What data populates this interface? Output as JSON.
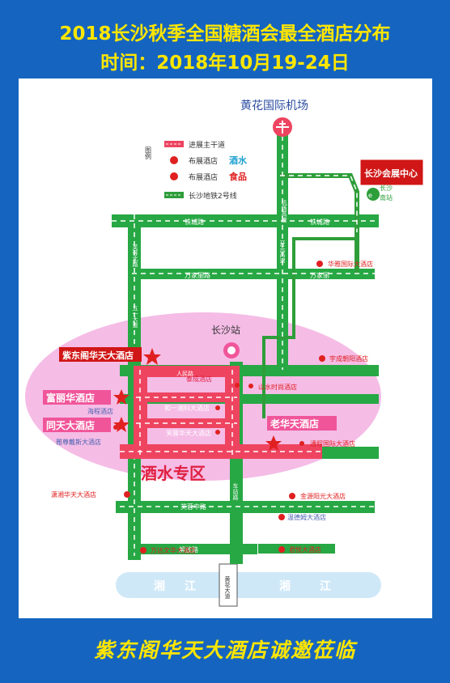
{
  "header": {
    "title": "2018长沙秋季全国糖酒会最全酒店分布",
    "subtitle": "时间：2018年10月19-24日"
  },
  "map": {
    "airport": "黄花国际机场",
    "expo": "长沙会展中心",
    "south_station": [
      "长沙",
      "南站"
    ],
    "main_station": "长沙站",
    "zone_label": "酒水专区",
    "legend": {
      "title": "图例",
      "main_road": "进展主干道",
      "drinks_prefix": "布展酒店",
      "drinks_suffix": "酒水",
      "food_prefix": "布展酒店",
      "food_suffix": "食品",
      "metro": "长沙地铁2号线"
    },
    "roads": {
      "airport_expressway": "机场高速",
      "airport_road": "机场快线路",
      "huanghua_road": "黄花大道",
      "kaiyuan_expressway": "开元高速",
      "chezhan_road": "车站路",
      "wanjiali_road": "万家丽路",
      "wanjiali_road2": "万家丽",
      "railway_ave": "铁城路",
      "railway_ave2": "铁城路",
      "furong_north": "芙蓉北路",
      "wuyi_road": "五一大道",
      "furong_mid": "芙蓉中路",
      "renmin_road": "人民路",
      "jiefang_road": "解放路"
    },
    "river": {
      "left": "湘",
      "right": "江",
      "left2": "湘",
      "right2": "江"
    },
    "hotels": {
      "huayu": "华雅国际大酒店",
      "yucheng": "宇成朝阳酒店",
      "zidong": "紫东阁华天大酒店",
      "taicheng": "泰成酒店",
      "shanshui": "山水时尚酒店",
      "fuli": "富丽华酒店",
      "haicheng": "海程酒店",
      "hexi": "和一湘科大酒店",
      "tongtian": "同天大酒店",
      "furong": "芙蓉华天大酒店",
      "laohuatian": "老华天酒店",
      "yazun": "雅尊戴斯大酒店",
      "tongcheng": "通程国际大酒店",
      "xiaoxiang": "潇湘华天大酒店",
      "jinyuan": "金源阳光大酒店",
      "wenyuan": "温德姆大酒店",
      "wanda": "万达文华大酒店",
      "junyue": "君悦大酒店"
    }
  },
  "footer": {
    "invite": "紫东阁华天大酒店诚邀莅临"
  },
  "colors": {
    "frame": "#1565C0",
    "title_yellow": "#FFE600",
    "road_green": "#27A844",
    "metro_green": "#2E9E3A",
    "zone_red": "#EE4460",
    "pink_zone": "#F5BCE6",
    "river": "#CFE8F8",
    "label_pink": "#F0559A",
    "hotel_red": "#E02020",
    "expo_red": "#D01616"
  }
}
